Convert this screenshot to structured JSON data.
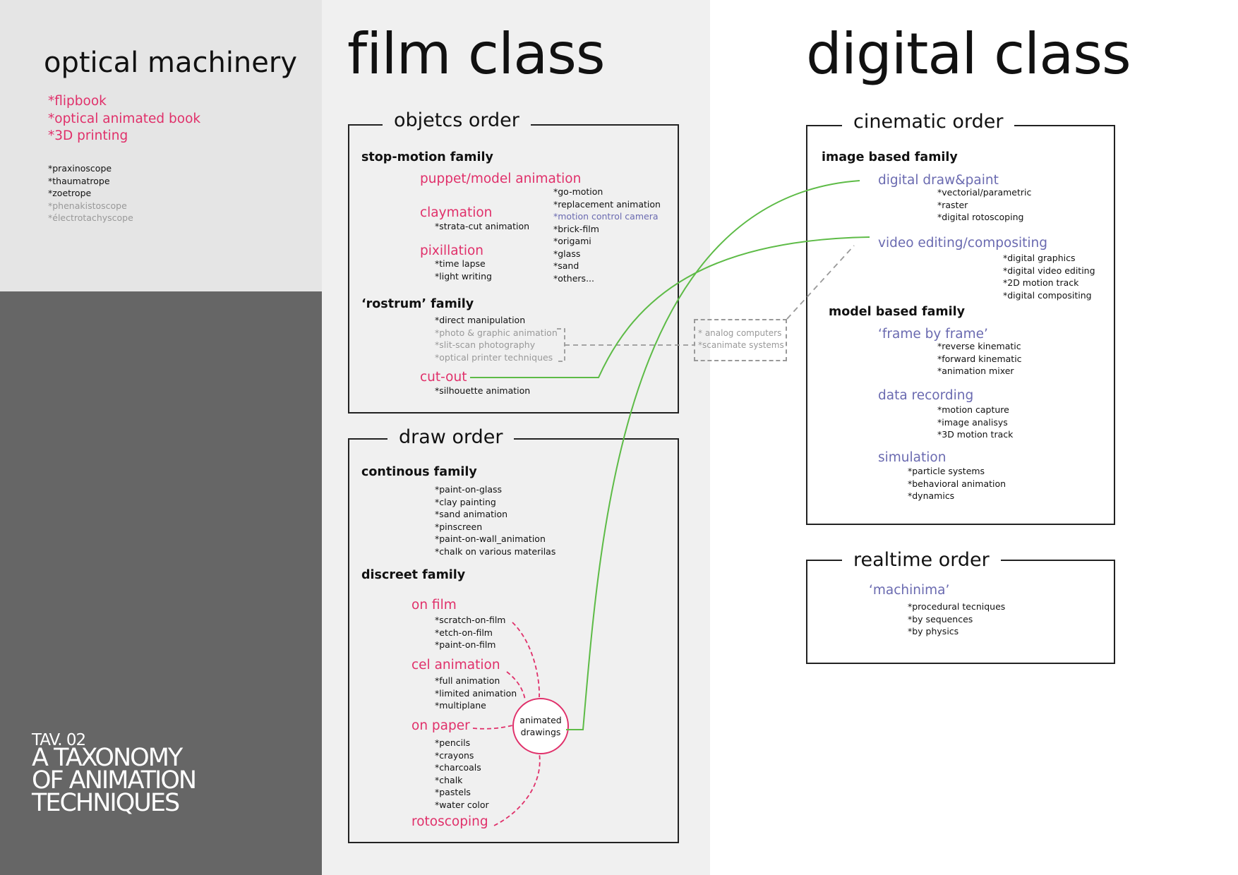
{
  "optical": {
    "title": "optical machinery",
    "pink_items": [
      "*flipbook",
      "*optical animated book",
      "*3D printing"
    ],
    "black_items": [
      "*praxinoscope",
      "*thaumatrope",
      "*zoetrope"
    ],
    "grey_items": [
      "*phenakistoscope",
      "*électrotachyscope"
    ]
  },
  "tav": {
    "number": "TAV. 02",
    "title_lines": [
      "A TAXONOMY",
      "OF ANIMATION",
      "TECHNIQUES"
    ]
  },
  "film": {
    "title": "film class",
    "objects_order": {
      "title": "objetcs order",
      "stop_motion": {
        "family": "stop-motion family",
        "puppet": "puppet/model animation",
        "claymation": "claymation",
        "claymation_items": [
          "*strata-cut animation"
        ],
        "pixillation": "pixillation",
        "pixillation_items": [
          "*time lapse",
          "*light writing"
        ],
        "side_items_top": [
          "*go-motion",
          "*replacement animation"
        ],
        "side_item_highlight": "*motion control camera",
        "side_items_bottom": [
          "*brick-film",
          "*origami",
          "*glass",
          "*sand",
          "*others..."
        ]
      },
      "rostrum": {
        "family": "‘rostrum’ family",
        "item_black": "*direct manipulation",
        "items_grey": [
          "*photo & graphic animation",
          "*slit-scan photography",
          "*optical printer techniques"
        ],
        "cutout": "cut-out",
        "cutout_items": [
          "*silhouette animation"
        ]
      }
    },
    "draw_order": {
      "title": "draw order",
      "continous": {
        "family": "continous family",
        "items": [
          "*paint-on-glass",
          "*clay painting",
          "*sand animation",
          "*pinscreen",
          "*paint-on-wall_animation",
          "*chalk on various materilas"
        ]
      },
      "discreet": {
        "family": "discreet family",
        "on_film": "on film",
        "on_film_items": [
          "*scratch-on-film",
          "*etch-on-film",
          "*paint-on-film"
        ],
        "cel": "cel animation",
        "cel_items": [
          "*full animation",
          "*limited animation",
          "*multiplane"
        ],
        "on_paper": "on paper",
        "on_paper_items": [
          "*pencils",
          "*crayons",
          "*charcoals",
          "*chalk",
          "*pastels",
          "*water color"
        ],
        "rotoscoping": "rotoscoping",
        "circle_lines": [
          "animated",
          "drawings"
        ]
      }
    }
  },
  "analog": {
    "items": [
      "* analog computers",
      "*scanimate systems"
    ]
  },
  "digital": {
    "title": "digital class",
    "cinematic_order": {
      "title": "cinematic order",
      "image_family": "image based family",
      "draw_paint": "digital draw&paint",
      "draw_paint_items": [
        "*vectorial/parametric",
        "*raster",
        "*digital rotoscoping"
      ],
      "video_editing": "video editing/compositing",
      "video_editing_items": [
        "*digital graphics",
        "*digital video editing",
        "*2D motion track",
        "*digital compositing"
      ],
      "model_family": "model based family",
      "frame_by_frame": "‘frame by frame’",
      "frame_items": [
        "*reverse kinematic",
        "*forward kinematic",
        "*animation mixer"
      ],
      "data_recording": "data recording",
      "data_items": [
        "*motion capture",
        "*image analisys",
        "*3D motion track"
      ],
      "simulation": "simulation",
      "simulation_items": [
        "*particle systems",
        "*behavioral animation",
        "*dynamics"
      ]
    },
    "realtime_order": {
      "title": "realtime order",
      "machinima": "‘machinima’",
      "machinima_items": [
        "*procedural tecniques",
        "*by sequences",
        "*by physics"
      ]
    }
  },
  "colors": {
    "pink": "#e0306a",
    "purple": "#6a6ab0",
    "green": "#5dbb46",
    "grey": "#999999",
    "dark_panel": "#666666",
    "light_panel": "#e5e5e5",
    "film_panel": "#f0f0f0"
  }
}
